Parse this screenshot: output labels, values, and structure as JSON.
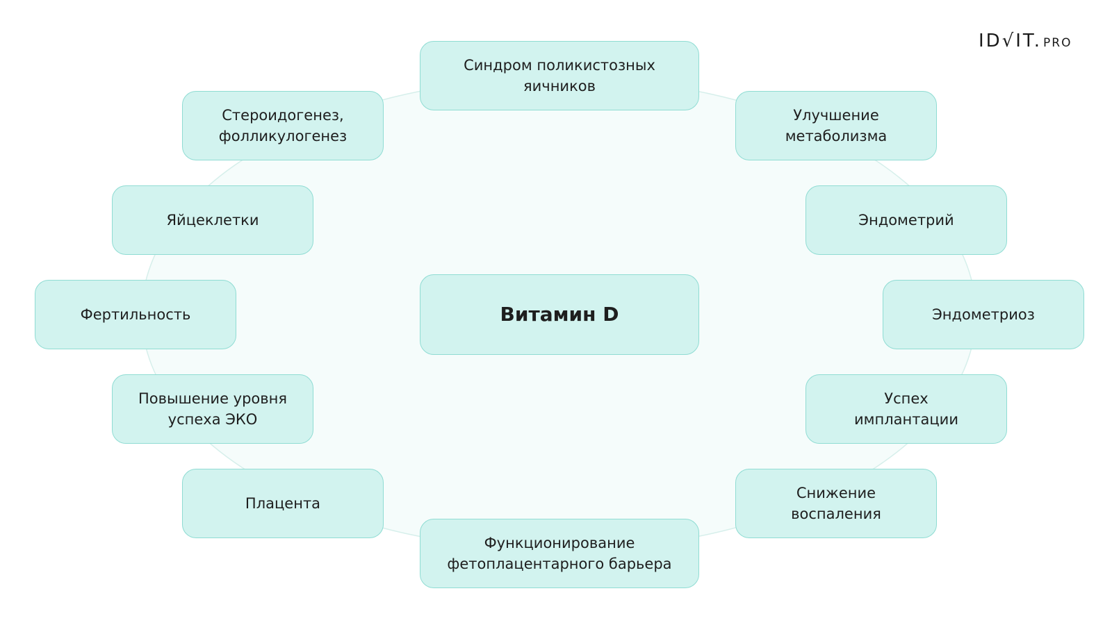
{
  "logo": {
    "main": "ID√IT.",
    "suffix": "PRO"
  },
  "colors": {
    "node_fill": "#d2f3ef",
    "node_border": "#8fdcd3",
    "ring_fill": "#f5fcfb",
    "ring_stroke": "#d6efeb"
  },
  "center": {
    "label": "Витамин D"
  },
  "nodes": [
    "Синдром поликистозных\nяичников",
    "Улучшение\nметаболизма",
    "Эндометрий",
    "Эндометриоз",
    "Успех\nимплантации",
    "Снижение\nвоспаления",
    "Функционирование\nфетоплацентарного барьера",
    "Плацента",
    "Повышение уровня\nуспеха ЭКО",
    "Фертильность",
    "Яйцеклетки",
    "Стероидогенез,\nфолликулогенез"
  ]
}
